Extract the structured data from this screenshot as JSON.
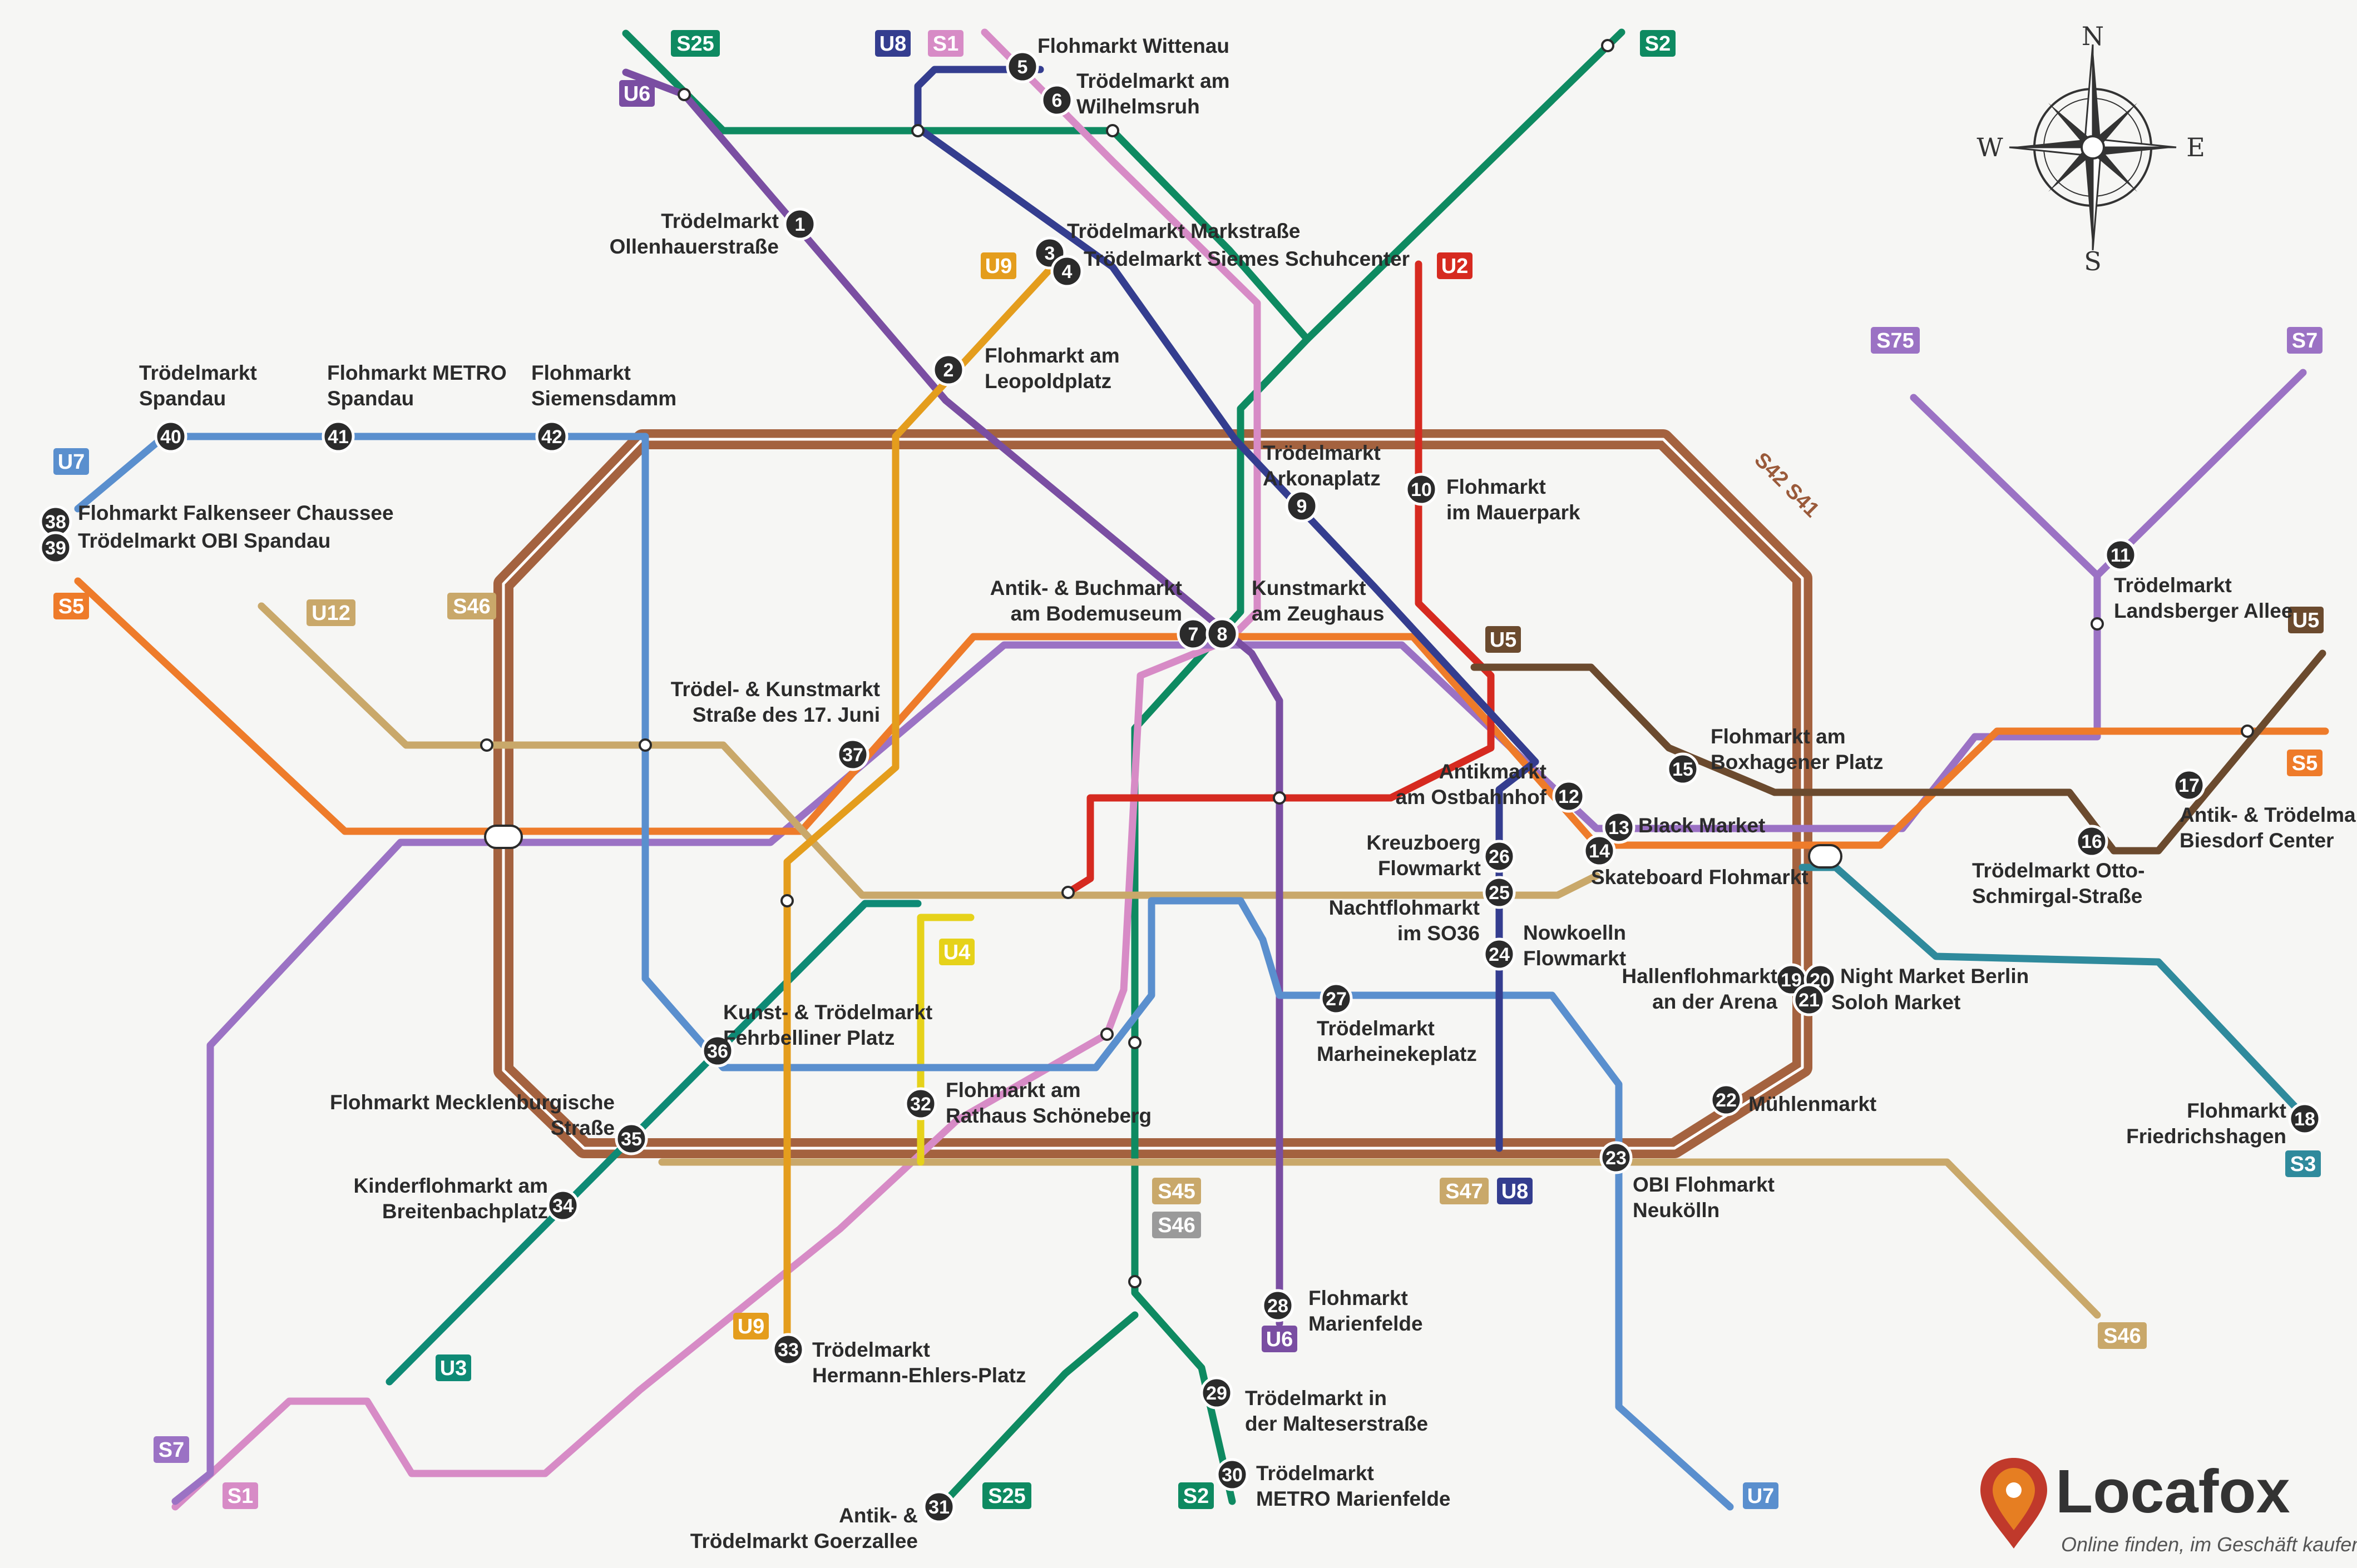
{
  "brand": {
    "name": "Locafox",
    "tagline": "Online finden, im Geschäft kaufen"
  },
  "compass": {
    "n": "N",
    "e": "E",
    "s": "S",
    "w": "W"
  },
  "ring_label": "S42 S41",
  "colors": {
    "S1": "#d78bc6",
    "S2": "#0e8a61",
    "S25": "#0e8a61",
    "S3": "#2f8a9c",
    "S45": "#c9a86a",
    "S46": "#c9a86a",
    "S47": "#c9a86a",
    "S5": "#ee7b2a",
    "S7": "#9b72c4",
    "S75": "#9b72c4",
    "ring": "#a4623f",
    "U2": "#d62a20",
    "U3": "#0e8a75",
    "U4": "#e6d21a",
    "U5": "#6b4a2e",
    "U6": "#7a4ea2",
    "U7": "#5a8fce",
    "U8": "#343d8f",
    "U9": "#e49d1d",
    "U12": "#c9a86a"
  },
  "badges": [
    {
      "id": "b-s25-top",
      "text": "S25",
      "color": "#0e8a61"
    },
    {
      "id": "b-u8-top",
      "text": "U8",
      "color": "#343d8f"
    },
    {
      "id": "b-s1-top",
      "text": "S1",
      "color": "#d78bc6"
    },
    {
      "id": "b-s2-top",
      "text": "S2",
      "color": "#0e8a61"
    },
    {
      "id": "b-u6-top",
      "text": "U6",
      "color": "#7a4ea2"
    },
    {
      "id": "b-u9-mid",
      "text": "U9",
      "color": "#e49d1d"
    },
    {
      "id": "b-u2",
      "text": "U2",
      "color": "#d62a20"
    },
    {
      "id": "b-s75",
      "text": "S75",
      "color": "#9b72c4"
    },
    {
      "id": "b-s7-ne",
      "text": "S7",
      "color": "#9b72c4"
    },
    {
      "id": "b-u7-w",
      "text": "U7",
      "color": "#5a8fce"
    },
    {
      "id": "b-s5-w",
      "text": "S5",
      "color": "#ee7b2a"
    },
    {
      "id": "b-u12",
      "text": "U12",
      "color": "#c9a86a"
    },
    {
      "id": "b-s46-w",
      "text": "S46",
      "color": "#c9a86a"
    },
    {
      "id": "b-u5-mid",
      "text": "U5",
      "color": "#6b4a2e"
    },
    {
      "id": "b-u5-e",
      "text": "U5",
      "color": "#6b4a2e"
    },
    {
      "id": "b-s5-e",
      "text": "S5",
      "color": "#ee7b2a"
    },
    {
      "id": "b-u4",
      "text": "U4",
      "color": "#e6d21a"
    },
    {
      "id": "b-s45",
      "text": "S45",
      "color": "#c9a86a"
    },
    {
      "id": "b-s46-s",
      "text": "S46",
      "color": "#9a9a9a"
    },
    {
      "id": "b-s47",
      "text": "S47",
      "color": "#c9a86a"
    },
    {
      "id": "b-u8-s",
      "text": "U8",
      "color": "#343d8f"
    },
    {
      "id": "b-s46-se",
      "text": "S46",
      "color": "#c9a86a"
    },
    {
      "id": "b-u9-s",
      "text": "U9",
      "color": "#e49d1d"
    },
    {
      "id": "b-u3",
      "text": "U3",
      "color": "#0e8a75"
    },
    {
      "id": "b-u6-s",
      "text": "U6",
      "color": "#7a4ea2"
    },
    {
      "id": "b-s7-sw",
      "text": "S7",
      "color": "#9b72c4"
    },
    {
      "id": "b-s1-sw",
      "text": "S1",
      "color": "#d78bc6"
    },
    {
      "id": "b-s25-s",
      "text": "S25",
      "color": "#0e8a61"
    },
    {
      "id": "b-s2-s",
      "text": "S2",
      "color": "#0e8a61"
    },
    {
      "id": "b-u7-s",
      "text": "U7",
      "color": "#5a8fce"
    },
    {
      "id": "b-s3",
      "text": "S3",
      "color": "#2f8a9c"
    }
  ],
  "stations": [
    {
      "n": "1",
      "label": [
        "Trödelmarkt",
        "Ollenhauerstraße"
      ]
    },
    {
      "n": "2",
      "label": [
        "Flohmarkt am",
        "Leopoldplatz"
      ]
    },
    {
      "n": "3",
      "label": [
        "Trödelmarkt Markstraße"
      ]
    },
    {
      "n": "4",
      "label": [
        "Trödelmarkt Siemes Schuhcenter"
      ]
    },
    {
      "n": "5",
      "label": [
        "Flohmarkt Wittenau"
      ]
    },
    {
      "n": "6",
      "label": [
        "Trödelmarkt am",
        "Wilhelmsruh"
      ]
    },
    {
      "n": "7",
      "label": [
        "Antik- & Buchmarkt",
        "am Bodemuseum"
      ]
    },
    {
      "n": "8",
      "label": [
        "Kunstmarkt",
        "am Zeughaus"
      ]
    },
    {
      "n": "9",
      "label": [
        "Trödelmarkt",
        "Arkonaplatz"
      ]
    },
    {
      "n": "10",
      "label": [
        "Flohmarkt",
        "im Mauerpark"
      ]
    },
    {
      "n": "11",
      "label": [
        "Trödelmarkt",
        "Landsberger Allee"
      ]
    },
    {
      "n": "12",
      "label": [
        "Antikmarkt",
        "am Ostbahnhof"
      ]
    },
    {
      "n": "13",
      "label": [
        "Black Market"
      ]
    },
    {
      "n": "14",
      "label": [
        "Skateboard Flohmarkt"
      ]
    },
    {
      "n": "15",
      "label": [
        "Flohmarkt am",
        "Boxhagener Platz"
      ]
    },
    {
      "n": "16",
      "label": [
        "Trödelmarkt Otto-",
        "Schmirgal-Straße"
      ]
    },
    {
      "n": "17",
      "label": [
        "Antik- & Trödelmarkt",
        "Biesdorf Center"
      ]
    },
    {
      "n": "18",
      "label": [
        "Flohmarkt",
        "Friedrichshagen"
      ]
    },
    {
      "n": "19",
      "label": [
        "Hallenflohmarkt",
        "an der Arena"
      ]
    },
    {
      "n": "20",
      "label": [
        "Night Market Berlin"
      ]
    },
    {
      "n": "21",
      "label": [
        "Soloh Market"
      ]
    },
    {
      "n": "22",
      "label": [
        "Mühlenmarkt"
      ]
    },
    {
      "n": "23",
      "label": [
        "OBI Flohmarkt",
        "Neukölln"
      ]
    },
    {
      "n": "24",
      "label": [
        "Nowkoelln",
        "Flowmarkt"
      ]
    },
    {
      "n": "25",
      "label": [
        "Nachtflohmarkt",
        "im SO36"
      ]
    },
    {
      "n": "26",
      "label": [
        "Kreuzboerg",
        "Flowmarkt"
      ]
    },
    {
      "n": "27",
      "label": [
        "Trödelmarkt",
        "Marheinekeplatz"
      ]
    },
    {
      "n": "28",
      "label": [
        "Flohmarkt",
        "Marienfelde"
      ]
    },
    {
      "n": "29",
      "label": [
        "Trödelmarkt in",
        "der Malteserstraße"
      ]
    },
    {
      "n": "30",
      "label": [
        "Trödelmarkt",
        "METRO Marienfelde"
      ]
    },
    {
      "n": "31",
      "label": [
        "Antik- &",
        "Trödelmarkt Goerzallee"
      ]
    },
    {
      "n": "32",
      "label": [
        "Flohmarkt am",
        "Rathaus Schöneberg"
      ]
    },
    {
      "n": "33",
      "label": [
        "Trödelmarkt",
        "Hermann-Ehlers-Platz"
      ]
    },
    {
      "n": "34",
      "label": [
        "Kinderflohmarkt am",
        "Breitenbachplatz"
      ]
    },
    {
      "n": "35",
      "label": [
        "Flohmarkt Mecklenburgische",
        "Straße"
      ]
    },
    {
      "n": "36",
      "label": [
        "Kunst- & Trödelmarkt",
        "Fehrbelliner Platz"
      ]
    },
    {
      "n": "37",
      "label": [
        "Trödel- & Kunstmarkt",
        "Straße des 17. Juni"
      ]
    },
    {
      "n": "38",
      "label": [
        "Flohmarkt Falkenseer Chaussee"
      ]
    },
    {
      "n": "39",
      "label": [
        "Trödelmarkt OBI Spandau"
      ]
    },
    {
      "n": "40",
      "label": [
        "Trödelmarkt",
        "Spandau"
      ]
    },
    {
      "n": "41",
      "label": [
        "Flohmarkt METRO",
        "Spandau"
      ]
    },
    {
      "n": "42",
      "label": [
        "Flohmarkt",
        "Siemensdamm"
      ]
    }
  ]
}
